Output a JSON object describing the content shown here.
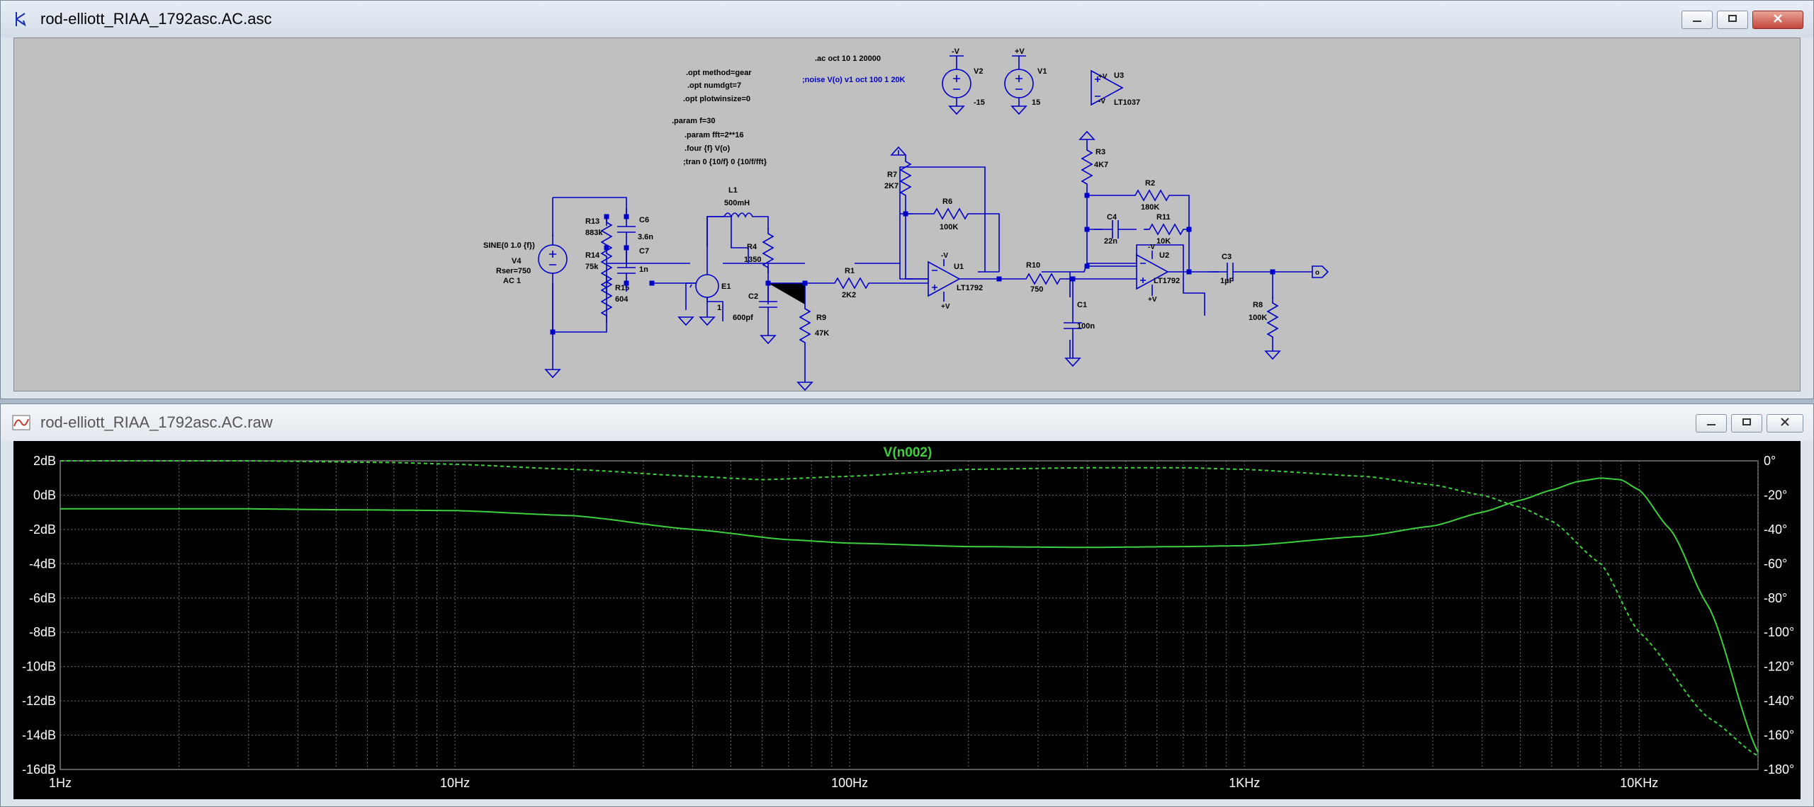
{
  "schematic_window": {
    "title": "rod-elliott_RIAA_1792asc.AC.asc",
    "directives": {
      "ac": ".ac oct 10 1 20000",
      "noise": ";noise V(o) v1 oct 100 1 20K",
      "opt1": ".opt method=gear",
      "opt2": ".opt numdgt=7",
      "opt3": ".opt plotwinsize=0",
      "param1": ".param f=30",
      "param2": ".param fft=2**16",
      "four": ".four {f} V(o)",
      "tran": ";tran 0 {10/f} 0 {10/f/fft}"
    },
    "components": {
      "v2_name": "V2",
      "v2_val": "-15",
      "v1_name": "V1",
      "v1_val": "15",
      "u3_name": "U3",
      "u3_val": "LT1037",
      "r3_name": "R3",
      "r3_val": "4K7",
      "r7_name": "R7",
      "r7_val": "2K7",
      "r6_name": "R6",
      "r6_val": "100K",
      "u1_name": "U1",
      "u1_val": "LT1792",
      "r2_name": "R2",
      "r2_val": "180K",
      "r11_name": "R11",
      "r11_val": "10K",
      "c4_name": "C4",
      "c4_val": "22n",
      "u2_name": "U2",
      "u2_val": "LT1792",
      "c3_name": "C3",
      "c3_val": "1µF",
      "r8_name": "R8",
      "r8_val": "100K",
      "r10_name": "R10",
      "r10_val": "750",
      "c1_name": "C1",
      "c1_val": "100n",
      "r1_name": "R1",
      "r1_val": "2K2",
      "r9_name": "R9",
      "r9_val": "47K",
      "l1_name": "L1",
      "l1_val": "500mH",
      "r4_name": "R4",
      "r4_val": "1350",
      "c2_name": "C2",
      "c2_val": "600pf",
      "e1_name": "E1",
      "e1_val": "1",
      "r13_name": "R13",
      "r13_val": "883k",
      "c6_name": "C6",
      "c6_val": "3.6n",
      "r14_name": "R14",
      "r14_val": "75k",
      "c7_name": "C7",
      "c7_val": "1n",
      "r15_name": "R15",
      "r15_val": "604",
      "v4_sine": "SINE(0 1.0 {f})",
      "v4_name": "V4",
      "v4_rser": "Rser=750",
      "v4_ac": "AC 1",
      "out_label": "o"
    }
  },
  "plot_window": {
    "title": "rod-elliott_RIAA_1792asc.AC.raw",
    "trace_label": "V(n002)",
    "colors": {
      "trace": "#3cd13c",
      "grid": "#6e6e6e",
      "axis_text": "#ffffff",
      "background": "#000000"
    }
  },
  "chart_data": {
    "type": "line",
    "title": "V(n002)",
    "x_scale": "log",
    "xlim": [
      1,
      20000
    ],
    "x_ticks": [
      "1Hz",
      "10Hz",
      "100Hz",
      "1KHz",
      "10KHz"
    ],
    "ylim_left": [
      -16,
      2
    ],
    "y_ticks_left": [
      "2dB",
      "0dB",
      "-2dB",
      "-4dB",
      "-6dB",
      "-8dB",
      "-10dB",
      "-12dB",
      "-14dB",
      "-16dB"
    ],
    "ylim_right": [
      -180,
      0
    ],
    "y_ticks_right": [
      "0°",
      "-20°",
      "-40°",
      "-60°",
      "-80°",
      "-100°",
      "-120°",
      "-140°",
      "-160°",
      "-180°"
    ],
    "grid": true,
    "series": [
      {
        "name": "V(n002)",
        "style": "solid",
        "quantity": "magnitude",
        "x": [
          1,
          3,
          5,
          10,
          20,
          40,
          70,
          100,
          200,
          400,
          700,
          1000,
          2000,
          3000,
          4000,
          5000,
          6000,
          7000,
          8000,
          9000,
          10000,
          12000,
          15000,
          20000
        ],
        "y": [
          -0.8,
          -0.8,
          -0.85,
          -0.9,
          -1.2,
          -2.0,
          -2.6,
          -2.8,
          -3.0,
          -3.05,
          -3.0,
          -2.95,
          -2.4,
          -1.8,
          -1.0,
          -0.3,
          0.3,
          0.8,
          1.0,
          0.9,
          0.3,
          -2.0,
          -6.5,
          -15.0
        ]
      },
      {
        "name": "V(n002)",
        "style": "dashed",
        "quantity": "phase",
        "x": [
          1,
          3,
          7,
          10,
          20,
          40,
          60,
          100,
          200,
          400,
          700,
          1000,
          2000,
          3000,
          4000,
          5000,
          6000,
          8000,
          10000,
          15000,
          20000
        ],
        "y": [
          0,
          0,
          -1,
          -2,
          -5,
          -9,
          -11,
          -9,
          -5,
          -4,
          -4,
          -5,
          -9,
          -14,
          -20,
          -27,
          -35,
          -60,
          -100,
          -150,
          -172
        ]
      }
    ]
  }
}
